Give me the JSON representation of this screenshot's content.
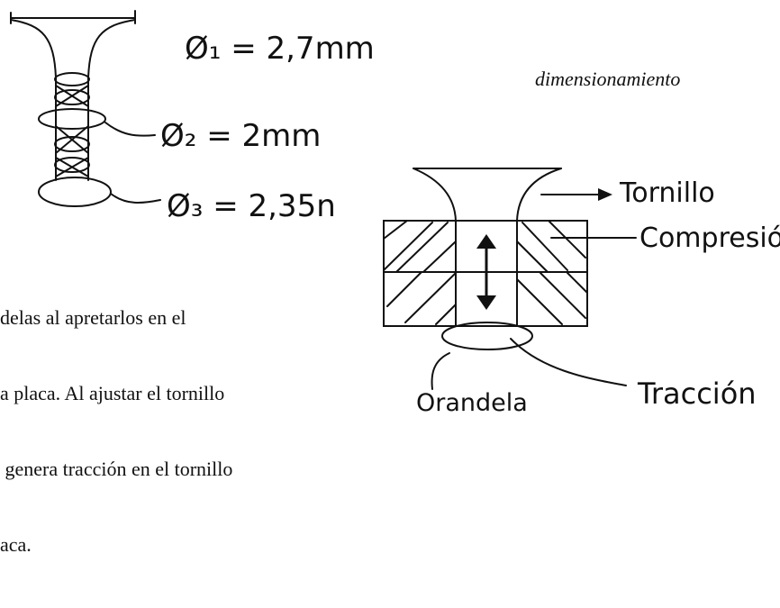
{
  "left_diagram": {
    "d1_label": "Ø₁ = 2,7mm",
    "d2_label": "Ø₂ = 2mm",
    "d3_label": "Ø₃ = 2,35n"
  },
  "text_block": {
    "line1": "delas al apretarlos en el",
    "line2": "a placa. Al ajustar el tornillo",
    "line3": " genera tracción en el tornillo",
    "line4": "aca."
  },
  "caption": "dimensionamiento",
  "right_diagram": {
    "label_tornillo": "Tornillo",
    "label_compresion": "Compresión",
    "label_traccion": "Tracción",
    "label_orandela": "Orandela"
  }
}
